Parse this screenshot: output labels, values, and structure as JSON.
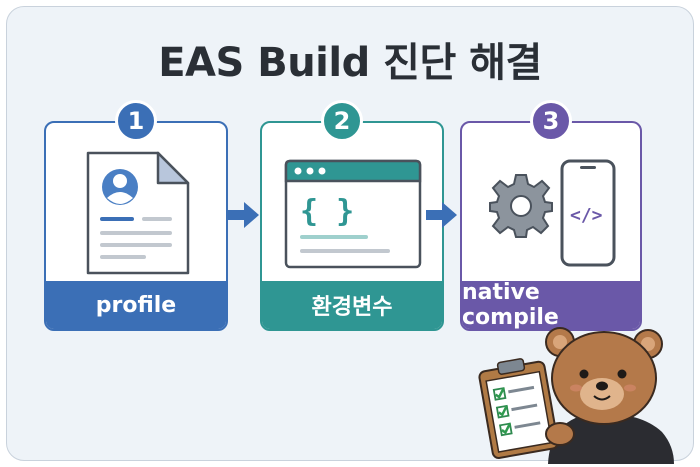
{
  "title": "EAS Build 진단 해결",
  "steps": [
    {
      "number": "1",
      "label": "profile",
      "color": "#3b6fb6"
    },
    {
      "number": "2",
      "label": "환경변수",
      "color": "#2f9693"
    },
    {
      "number": "3",
      "label": "native compile",
      "color": "#6a58a8"
    }
  ],
  "icons": {
    "step1": "document-profile-icon",
    "step2": "code-window-icon",
    "step3a": "gear-icon",
    "step3b": "phone-code-icon",
    "mascot": "bear-with-checklist"
  }
}
